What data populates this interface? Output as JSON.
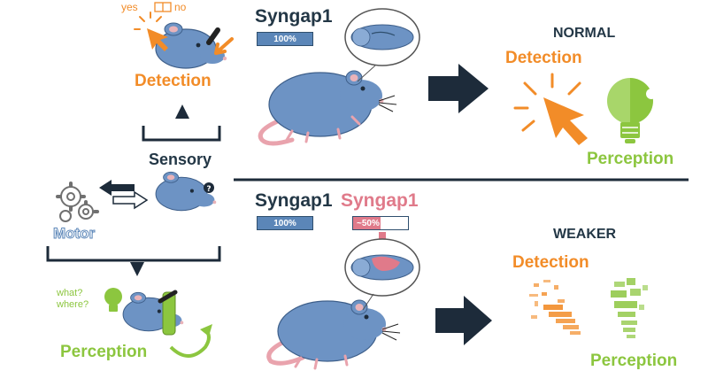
{
  "left_panel": {
    "detection": {
      "yes": "yes",
      "no": "no",
      "label": "Detection"
    },
    "sensory": "Sensory",
    "motor": "Motor",
    "perception": {
      "what": "what?",
      "where": "where?",
      "label": "Perception"
    }
  },
  "normal_panel": {
    "gene_label": "Syngap1",
    "level_bar": "100%",
    "level_fraction": 1.0,
    "condition": "NORMAL",
    "detection": "Detection",
    "perception": "Perception"
  },
  "weaker_panel": {
    "gene_label_wt": "Syngap1",
    "level_bar_wt": "100%",
    "gene_label_mut": "Syngap1",
    "level_bar_mut": "~50%",
    "level_fraction_mut": 0.5,
    "condition": "WEAKER",
    "detection": "Detection",
    "perception": "Perception"
  },
  "colors": {
    "orange": "#f28c28",
    "green": "#8cc63f",
    "navy": "#233746",
    "pink": "#e07a8a",
    "mouse_blue": "#6d93c4",
    "bar_blue": "#5b86b8"
  }
}
